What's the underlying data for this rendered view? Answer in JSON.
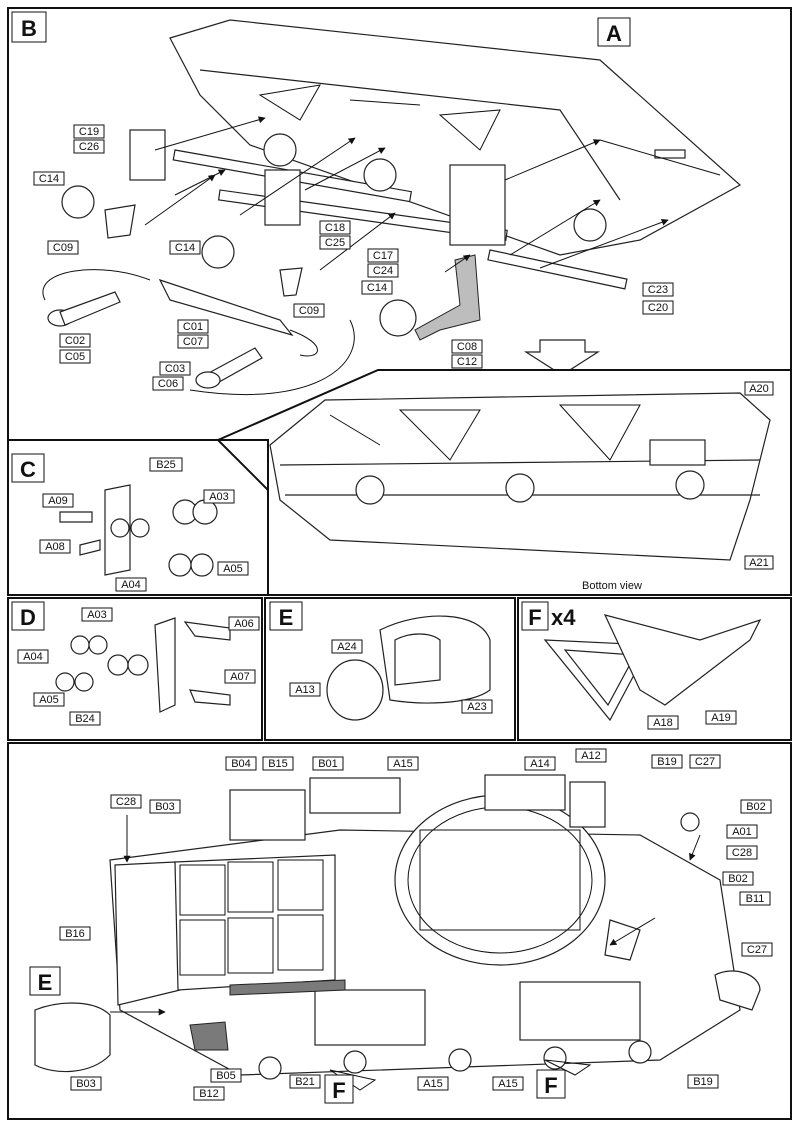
{
  "sections": {
    "B": "B",
    "A": "A",
    "C": "C",
    "D": "D",
    "E": "E",
    "F": "F",
    "F_mult": "x4",
    "E_ref": "E",
    "F_ref1": "F",
    "F_ref2": "F"
  },
  "panel_b_labels": [
    "C19",
    "C26",
    "C14",
    "C09",
    "C14",
    "C18",
    "C25",
    "C17",
    "C24",
    "C14",
    "C02",
    "C05",
    "C01",
    "C07",
    "C09",
    "C08",
    "C12",
    "C23",
    "C20",
    "C03",
    "C06"
  ],
  "bottom_view": {
    "caption": "Bottom view",
    "labels": [
      "A20",
      "A21"
    ]
  },
  "panel_c_labels": [
    "B25",
    "A09",
    "A03",
    "A08",
    "A04",
    "A05"
  ],
  "panel_d_labels": [
    "A03",
    "A06",
    "A04",
    "A05",
    "A07",
    "B24"
  ],
  "panel_e_labels": [
    "A24",
    "A13",
    "A23"
  ],
  "panel_f_labels": [
    "A18",
    "A19"
  ],
  "main_labels": [
    "B04",
    "B15",
    "B01",
    "A15",
    "A14",
    "A12",
    "B19",
    "C27",
    "C28",
    "B03",
    "B02",
    "A01",
    "C28",
    "B02",
    "B11",
    "B16",
    "C27",
    "B03",
    "B12",
    "B05",
    "B21",
    "A15",
    "A15",
    "B19"
  ]
}
